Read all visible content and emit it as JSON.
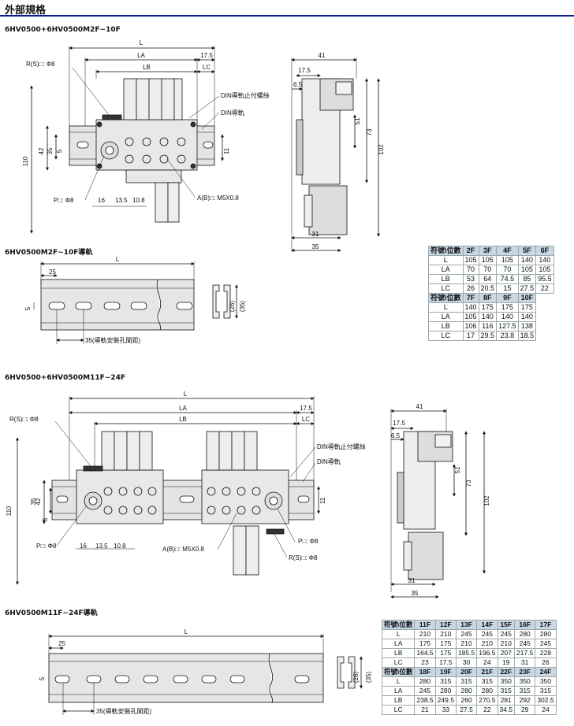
{
  "header": {
    "title": "外部規格"
  },
  "section1": {
    "title": "6HV0500+6HV0500M2F~10F",
    "dims": {
      "L": "L",
      "LA": "LA",
      "LB": "LB",
      "LC": "LC",
      "d175": "17.5",
      "rs": "R(S)□: Φ8",
      "din_screw": "DIN導軌止付螺絲",
      "din_rail": "DIN導軌",
      "d110": "110",
      "d42": "42",
      "d35": "35",
      "d5": "5",
      "d11": "11",
      "p": "P□: Φ8",
      "d16": "16",
      "d135": "13.5",
      "d108": "10.8",
      "ab": "A(B)□: M5X0.8",
      "s41": "41",
      "s175": "17.5",
      "s65": "6.5",
      "s51": "51",
      "s73": "73",
      "s102": "102",
      "s31": "31",
      "s35": "35"
    }
  },
  "rail1": {
    "title": "6HV0500M2F~10F導軌",
    "L": "L",
    "d25": "25",
    "d5": "5",
    "pitch": "35(導軌安裝孔間距)",
    "h26": "(26)",
    "h35": "(35)"
  },
  "section2": {
    "title": "6HV0500+6HV0500M11F~24F",
    "dims": {
      "L": "L",
      "LA": "LA",
      "LB": "LB",
      "LC": "LC",
      "d175": "17.5",
      "rs": "R(S)□: Φ8",
      "din_screw": "DIN導軌止付螺絲",
      "din_rail": "DIN導軌",
      "d110": "110",
      "d42": "42",
      "d35": "35",
      "d5": "5",
      "d11": "11",
      "p": "P□: Φ8",
      "d16": "16",
      "d135": "13.5",
      "d108": "10.8",
      "ab": "A(B)□: M5X0.8",
      "p2": "P□: Φ8",
      "rs2": "R(S)□: Φ8",
      "s41": "41",
      "s175": "17.5",
      "s65": "6.5",
      "s51": "51",
      "s73": "73",
      "s102": "102",
      "s31": "31",
      "s35": "35"
    }
  },
  "rail2": {
    "title": "6HV0500M11F~24F導軌",
    "L": "L",
    "d25": "25",
    "d5": "5",
    "pitch": "35(導軌安裝孔間距)",
    "h26": "(26)",
    "h35": "(35)"
  },
  "table1": {
    "header_label": "符號\\位數",
    "blocks": [
      {
        "cols": [
          "2F",
          "3F",
          "4F",
          "5F",
          "6F"
        ],
        "rows": [
          {
            "label": "L",
            "values": [
              "105",
              "105",
              "105",
              "140",
              "140"
            ]
          },
          {
            "label": "LA",
            "values": [
              "70",
              "70",
              "70",
              "105",
              "105"
            ]
          },
          {
            "label": "LB",
            "values": [
              "53",
              "64",
              "74.5",
              "85",
              "95.5"
            ]
          },
          {
            "label": "LC",
            "values": [
              "26",
              "20.5",
              "15",
              "27.5",
              "22"
            ]
          }
        ]
      },
      {
        "cols": [
          "7F",
          "8F",
          "9F",
          "10F"
        ],
        "rows": [
          {
            "label": "L",
            "values": [
              "140",
              "175",
              "175",
              "175"
            ]
          },
          {
            "label": "LA",
            "values": [
              "105",
              "140",
              "140",
              "140"
            ]
          },
          {
            "label": "LB",
            "values": [
              "106",
              "116",
              "127.5",
              "138"
            ]
          },
          {
            "label": "LC",
            "values": [
              "17",
              "29.5",
              "23.8",
              "18.5"
            ]
          }
        ]
      }
    ]
  },
  "table2": {
    "header_label": "符號\\位數",
    "blocks": [
      {
        "cols": [
          "11F",
          "12F",
          "13F",
          "14F",
          "15F",
          "16F",
          "17F"
        ],
        "rows": [
          {
            "label": "L",
            "values": [
              "210",
              "210",
              "245",
              "245",
              "245",
              "280",
              "280"
            ]
          },
          {
            "label": "LA",
            "values": [
              "175",
              "175",
              "210",
              "210",
              "210",
              "245",
              "245"
            ]
          },
          {
            "label": "LB",
            "values": [
              "164.5",
              "175",
              "185.5",
              "196.5",
              "207",
              "217.5",
              "228"
            ]
          },
          {
            "label": "LC",
            "values": [
              "23",
              "17.5",
              "30",
              "24",
              "19",
              "31",
              "26"
            ]
          }
        ]
      },
      {
        "cols": [
          "18F",
          "19F",
          "20F",
          "21F",
          "22F",
          "23F",
          "24F"
        ],
        "rows": [
          {
            "label": "L",
            "values": [
              "280",
              "315",
              "315",
              "315",
              "350",
              "350",
              "350"
            ]
          },
          {
            "label": "LA",
            "values": [
              "245",
              "280",
              "280",
              "280",
              "315",
              "315",
              "315"
            ]
          },
          {
            "label": "LB",
            "values": [
              "238.5",
              "249.5",
              "260",
              "270.5",
              "281",
              "292",
              "302.5"
            ]
          },
          {
            "label": "LC",
            "values": [
              "21",
              "33",
              "27.5",
              "22",
              "34.5",
              "29",
              "24"
            ]
          }
        ]
      }
    ]
  }
}
